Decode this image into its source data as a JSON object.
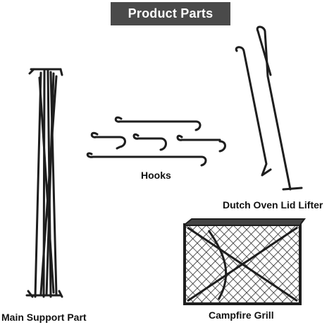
{
  "header": {
    "title": "Product Parts"
  },
  "parts": {
    "hooks_label": "Hooks",
    "lifter_label": "Dutch Oven Lid Lifter",
    "support_label": "Main Support Part",
    "grill_label": "Campfire Grill"
  },
  "colors": {
    "banner": "#4a4a4a",
    "metal": "#1e1e1e"
  }
}
